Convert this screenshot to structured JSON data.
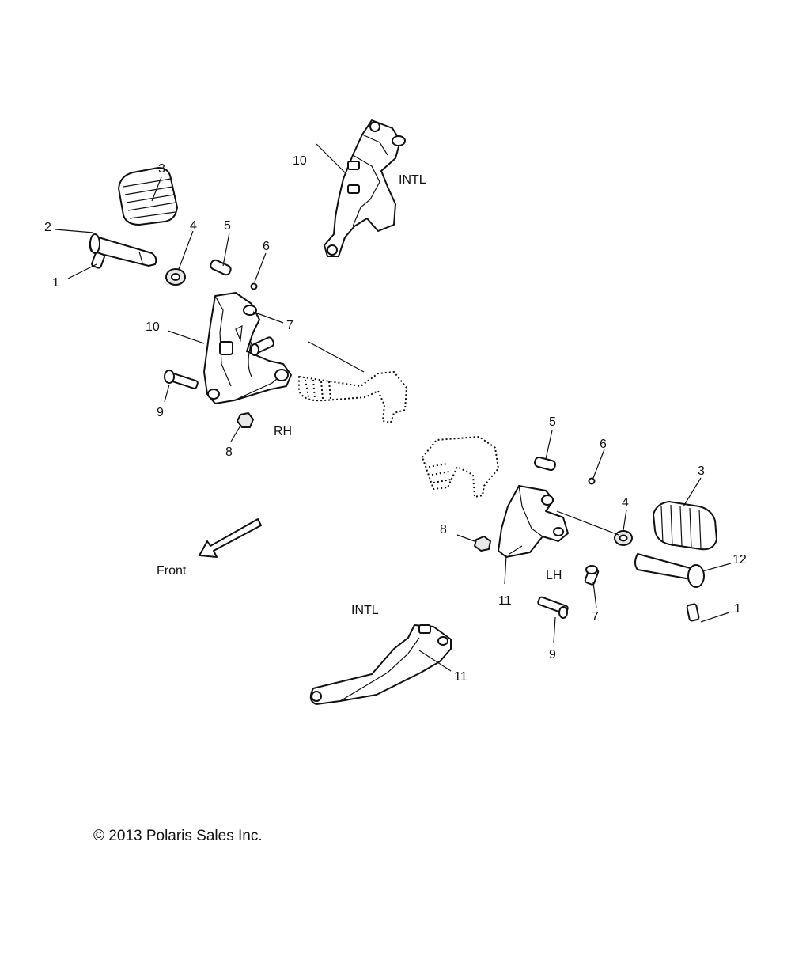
{
  "callouts": {
    "c1_left": "1",
    "c2_left": "2",
    "c3_left": "3",
    "c4_left": "4",
    "c5_left": "5",
    "c6_left": "6",
    "c7_right": "7",
    "c10_mid": "10",
    "c9_left": "9",
    "c8_left": "8",
    "c10_top": "10",
    "c5_right": "5",
    "c6_right": "6",
    "c3_right": "3",
    "c4_right": "4",
    "c8_right": "8",
    "c12": "12",
    "c11_mid": "11",
    "c7_lower": "7",
    "c9_lower": "9",
    "c1_right": "1",
    "c11_low": "11"
  },
  "labels": {
    "intl_top": "INTL",
    "rh": "RH",
    "front": "Front",
    "lh": "LH",
    "intl_bottom": "INTL"
  },
  "copyright": "© 2013 Polaris Sales Inc."
}
